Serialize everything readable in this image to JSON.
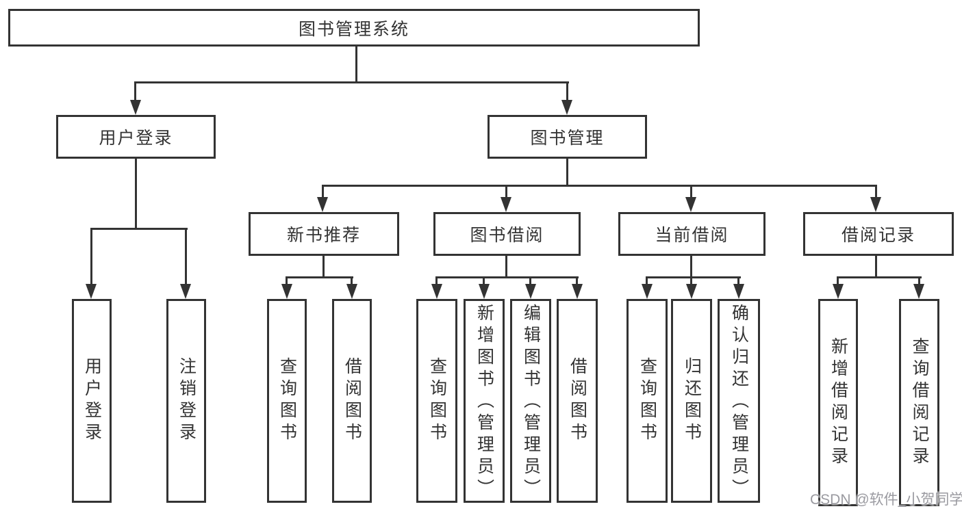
{
  "diagram_title": "图书管理系统",
  "tree": {
    "root": {
      "label": "图书管理系统"
    },
    "branches": [
      {
        "label": "用户登录",
        "children": [
          "用户登录",
          "注销登录"
        ]
      },
      {
        "label": "图书管理",
        "children": [
          {
            "label": "新书推荐",
            "children": [
              "查询图书",
              "借阅图书"
            ]
          },
          {
            "label": "图书借阅",
            "children": [
              "查询图书",
              "新增图书（管理员）",
              "编辑图书（管理员）",
              "借阅图书"
            ]
          },
          {
            "label": "当前借阅",
            "children": [
              "查询图书",
              "归还图书",
              "确认归还（管理员）"
            ]
          },
          {
            "label": "借阅记录",
            "children": [
              "新增借阅记录",
              "查询借阅记录"
            ]
          }
        ]
      }
    ]
  },
  "watermark": {
    "text": "CSDN @软件_小贺同学"
  },
  "colors": {
    "line": "#333333",
    "text": "#333333",
    "box_background": "#ffffff",
    "page_background": "#ffffff",
    "watermark": "#9a9aa0"
  }
}
